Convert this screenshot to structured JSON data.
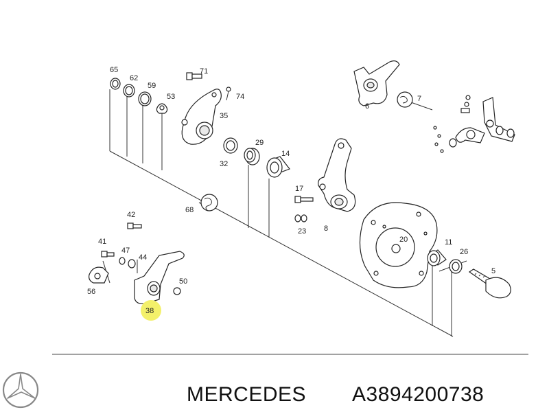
{
  "brand": "MERCEDES",
  "part_number": "A3894200738",
  "callouts": {
    "c65": "65",
    "c62": "62",
    "c59": "59",
    "c53": "53",
    "c71": "71",
    "c74": "74",
    "c35": "35",
    "c32": "32",
    "c29": "29",
    "c14": "14",
    "c68": "68",
    "c17": "17",
    "c23": "23",
    "c8": "8",
    "c6": "6",
    "c7": "7",
    "c42": "42",
    "c41": "41",
    "c47": "47",
    "c44": "44",
    "c56": "56",
    "c50": "50",
    "c38": "38",
    "c20": "20",
    "c11": "11",
    "c26": "26",
    "c5": "5"
  },
  "highlight_color": "#f3f06a",
  "logo": "mercedes-star-icon"
}
